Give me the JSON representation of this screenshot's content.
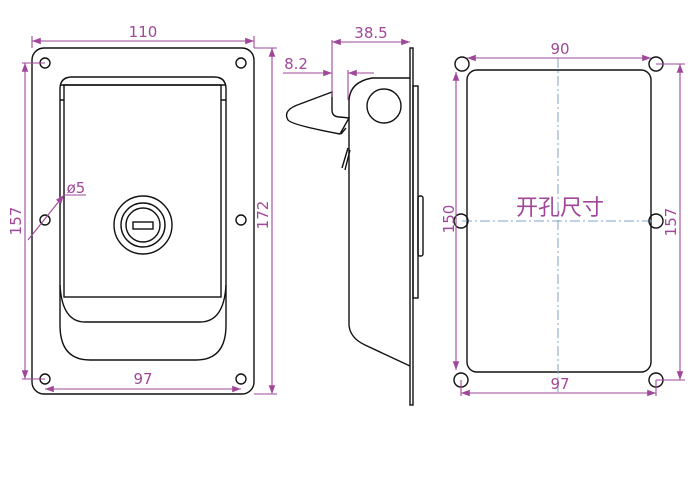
{
  "front_view": {
    "width_label": "110",
    "height_label": "172",
    "hole_span_label": "157",
    "hole_diameter_label": "ø5",
    "hole_pitch_label": "97"
  },
  "side_view": {
    "depth_label": "38.5",
    "latch_label": "8.2"
  },
  "cutout_view": {
    "title": "开孔尺寸",
    "width_label": "90",
    "height_label": "150",
    "hole_span_label": "157",
    "hole_pitch_label": "97"
  },
  "colors": {
    "dimension": "#a0479a",
    "outline": "#111111",
    "centerline": "#7fa6c8"
  }
}
